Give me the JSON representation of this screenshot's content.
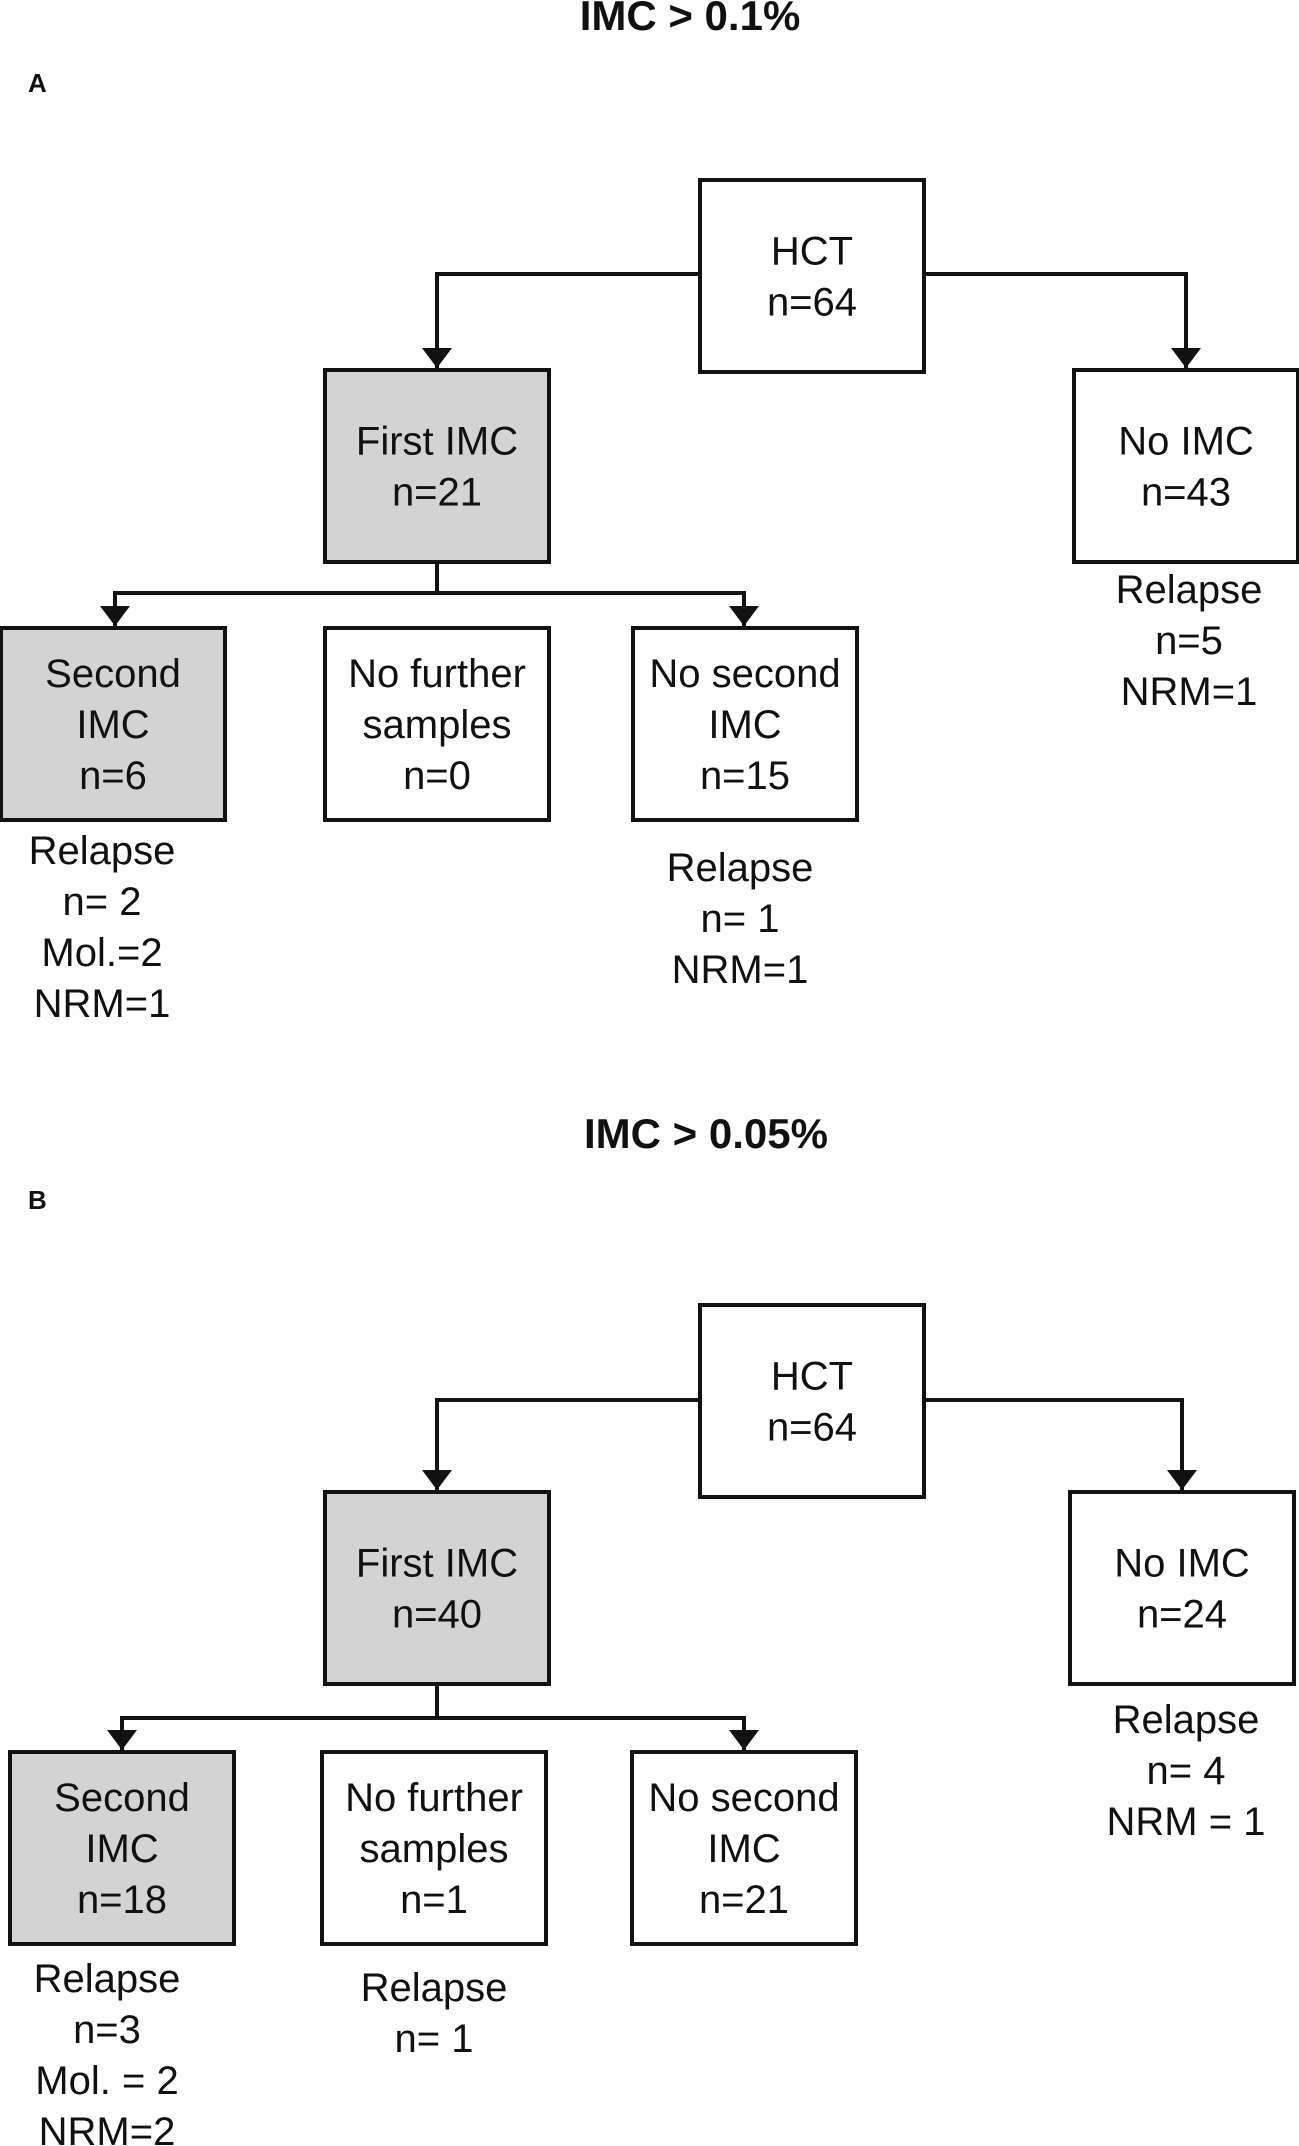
{
  "panels": [
    {
      "label": "A",
      "title": "IMC > 0.1%",
      "nodes": {
        "hct": {
          "lines": [
            "HCT",
            "n=64"
          ],
          "shaded": false
        },
        "first_imc": {
          "lines": [
            "First IMC",
            "n=21"
          ],
          "shaded": true
        },
        "no_imc": {
          "lines": [
            "No IMC",
            "n=43"
          ],
          "shaded": false
        },
        "second_imc": {
          "lines": [
            "Second",
            "IMC",
            "n=6"
          ],
          "shaded": true
        },
        "no_further": {
          "lines": [
            "No further",
            "samples",
            "n=0"
          ],
          "shaded": false
        },
        "no_second": {
          "lines": [
            "No second",
            "IMC",
            "n=15"
          ],
          "shaded": false
        }
      },
      "notes": {
        "no_imc": [
          "Relapse",
          "n=5",
          "NRM=1"
        ],
        "second_imc": [
          "Relapse",
          "n= 2",
          "Mol.=2",
          "NRM=1"
        ],
        "no_second": [
          "Relapse",
          "n= 1",
          "NRM=1"
        ]
      }
    },
    {
      "label": "B",
      "title": "IMC > 0.05%",
      "nodes": {
        "hct": {
          "lines": [
            "HCT",
            "n=64"
          ],
          "shaded": false
        },
        "first_imc": {
          "lines": [
            "First IMC",
            "n=40"
          ],
          "shaded": true
        },
        "no_imc": {
          "lines": [
            "No IMC",
            "n=24"
          ],
          "shaded": false
        },
        "second_imc": {
          "lines": [
            "Second",
            "IMC",
            "n=18"
          ],
          "shaded": true
        },
        "no_further": {
          "lines": [
            "No further",
            "samples",
            "n=1"
          ],
          "shaded": false
        },
        "no_second": {
          "lines": [
            "No second",
            "IMC",
            "n=21"
          ],
          "shaded": false
        }
      },
      "notes": {
        "no_imc": [
          "Relapse",
          "n= 4",
          "NRM = 1"
        ],
        "second_imc": [
          "Relapse",
          "n=3",
          "Mol. = 2",
          "NRM=2"
        ],
        "no_further": [
          "Relapse",
          "n= 1"
        ]
      }
    }
  ],
  "colors": {
    "shaded_fill": "#d3d3d3",
    "plain_fill": "#ffffff",
    "stroke": "#111111"
  }
}
